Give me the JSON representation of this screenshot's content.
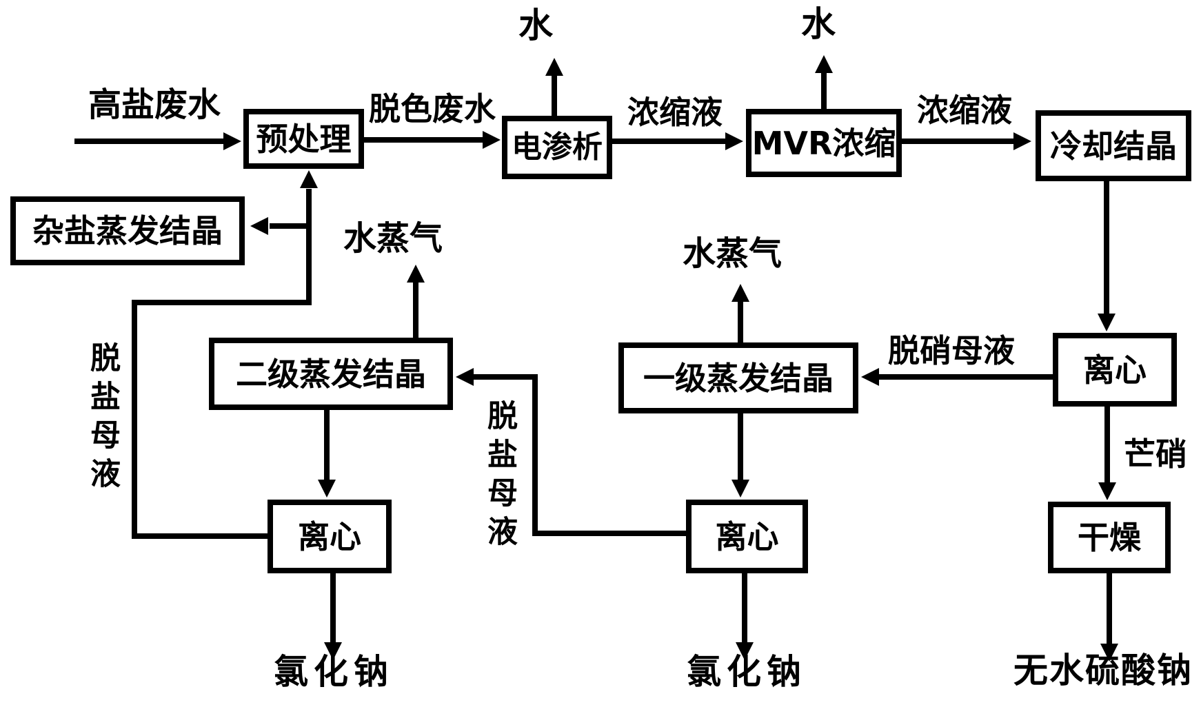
{
  "diagram_type": "process-flowchart",
  "colors": {
    "line": "#000000",
    "background": "#ffffff",
    "box_fill": "#ffffff"
  },
  "nodes": {
    "pretreatment": {
      "label": "预处理"
    },
    "electrodialysis": {
      "label": "电渗析"
    },
    "mvr": {
      "label": "MVR浓缩"
    },
    "cooling_crystallization": {
      "label": "冷却结晶"
    },
    "mixed_salt_evaporation": {
      "label": "杂盐蒸发结晶"
    },
    "secondary_evaporation": {
      "label": "二级蒸发结晶"
    },
    "primary_evaporation": {
      "label": "一级蒸发结晶"
    },
    "centrifuge_left": {
      "label": "离心"
    },
    "centrifuge_middle": {
      "label": "离心"
    },
    "centrifuge_right": {
      "label": "离心"
    },
    "drying": {
      "label": "干燥"
    }
  },
  "labels": {
    "feed": "高盐废水",
    "decolorized": "脱色废水",
    "concentrate1": "浓缩液",
    "concentrate2": "浓缩液",
    "water1": "水",
    "water2": "水",
    "steam_left": "水蒸气",
    "steam_right": "水蒸气",
    "denitration_liquor": "脱硝母液",
    "desalt_liquor_left": "脱盐母液",
    "desalt_liquor_middle": "脱盐母液",
    "mirabilite": "芒硝",
    "nacl_left": "氯化钠",
    "nacl_middle": "氯化钠",
    "sodium_sulfate": "无水硫酸钠"
  },
  "edges": [
    {
      "from": "inlet",
      "to": "pretreatment",
      "label": "高盐废水"
    },
    {
      "from": "pretreatment",
      "to": "electrodialysis",
      "label": "脱色废水"
    },
    {
      "from": "electrodialysis",
      "to": "water-out",
      "label": "水"
    },
    {
      "from": "electrodialysis",
      "to": "mvr",
      "label": "浓缩液"
    },
    {
      "from": "mvr",
      "to": "water-out",
      "label": "水"
    },
    {
      "from": "mvr",
      "to": "cooling_crystallization",
      "label": "浓缩液"
    },
    {
      "from": "cooling_crystallization",
      "to": "centrifuge_right",
      "label": ""
    },
    {
      "from": "centrifuge_right",
      "to": "primary_evaporation",
      "label": "脱硝母液"
    },
    {
      "from": "centrifuge_right",
      "to": "drying",
      "label": "芒硝"
    },
    {
      "from": "drying",
      "to": "product-out",
      "label": "无水硫酸钠"
    },
    {
      "from": "primary_evaporation",
      "to": "steam-out",
      "label": "水蒸气"
    },
    {
      "from": "primary_evaporation",
      "to": "centrifuge_middle",
      "label": ""
    },
    {
      "from": "centrifuge_middle",
      "to": "product-out",
      "label": "氯化钠"
    },
    {
      "from": "centrifuge_middle",
      "to": "secondary_evaporation",
      "label": "脱盐母液"
    },
    {
      "from": "secondary_evaporation",
      "to": "steam-out",
      "label": "水蒸气"
    },
    {
      "from": "secondary_evaporation",
      "to": "centrifuge_left",
      "label": ""
    },
    {
      "from": "centrifuge_left",
      "to": "product-out",
      "label": "氯化钠"
    },
    {
      "from": "centrifuge_left",
      "to": "pretreatment",
      "label": "脱盐母液"
    },
    {
      "from": "centrifuge_left",
      "to": "mixed_salt_evaporation",
      "label": "脱盐母液"
    }
  ]
}
